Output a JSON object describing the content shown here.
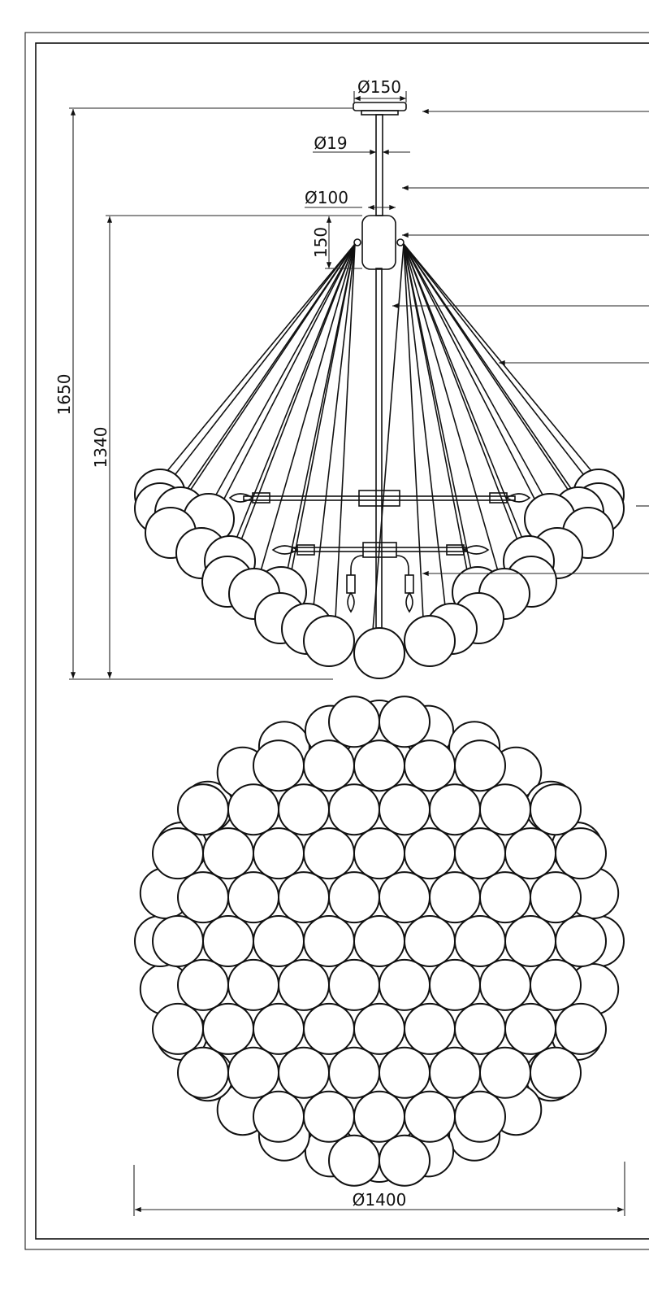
{
  "drawing": {
    "title": "Chandelier dimension drawing",
    "dimensions": {
      "canopy_diameter": "Ø150",
      "rod_diameter": "Ø19",
      "hub_diameter": "Ø100",
      "hub_height": "150",
      "total_height": "1650",
      "body_height": "1340",
      "overall_diameter": "Ø1400"
    },
    "colors": {
      "line": "#111111",
      "background": "#ffffff"
    }
  }
}
